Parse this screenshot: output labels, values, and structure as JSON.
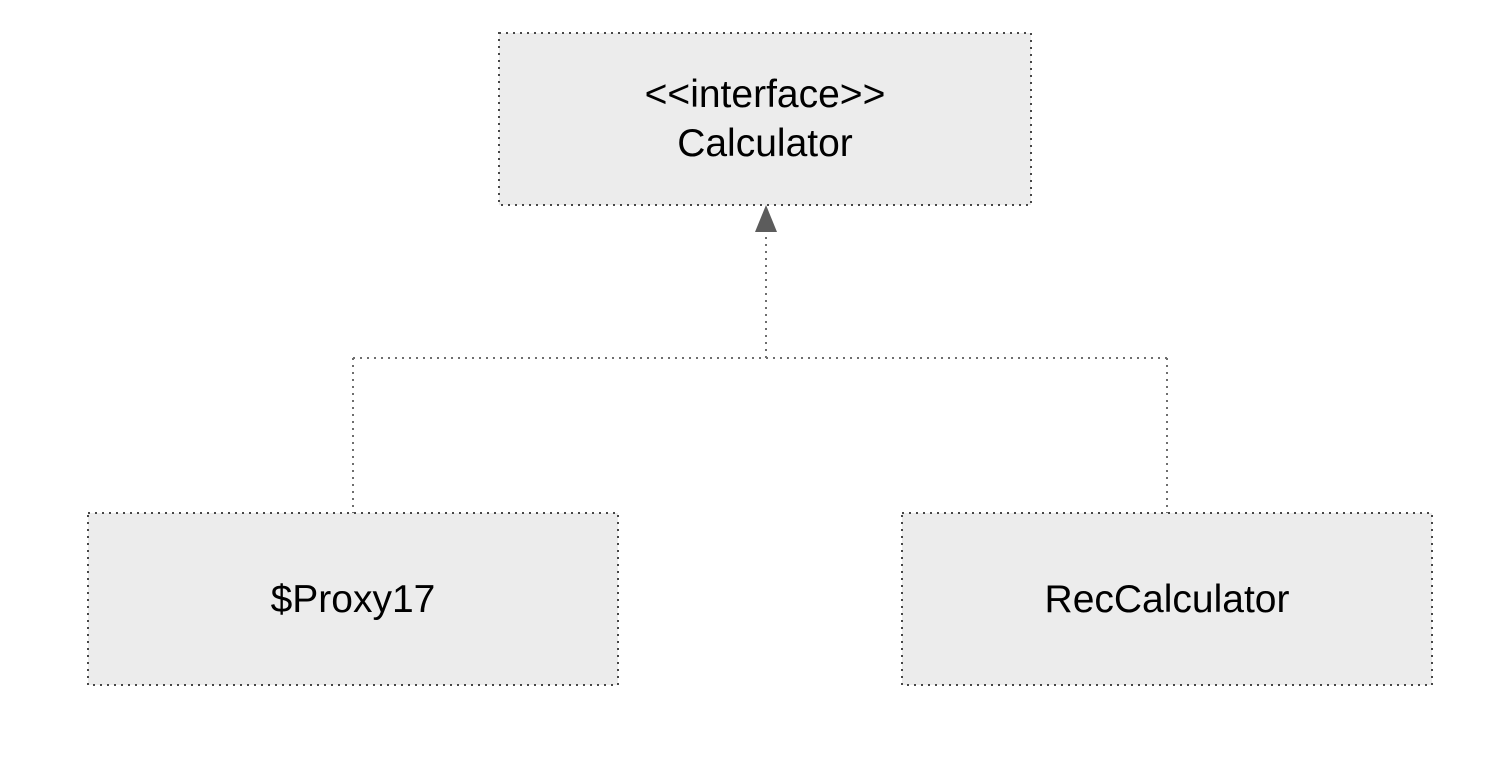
{
  "diagram": {
    "type": "uml-class-hierarchy",
    "nodes": [
      {
        "id": "calculator",
        "kind": "interface",
        "stereotype": "<<interface>>",
        "label": "Calculator"
      },
      {
        "id": "proxy17",
        "kind": "class",
        "label": "$Proxy17"
      },
      {
        "id": "reccalculator",
        "kind": "class",
        "label": "RecCalculator"
      }
    ],
    "edges": [
      {
        "from": "$Proxy17",
        "to": "Calculator",
        "relation": "realization",
        "line_style": "dotted",
        "arrowhead": "filled-triangle"
      },
      {
        "from": "RecCalculator",
        "to": "Calculator",
        "relation": "realization",
        "line_style": "dotted",
        "arrowhead": "filled-triangle"
      }
    ],
    "colors": {
      "background": "#ffffff",
      "node_fill": "#ececec",
      "node_border": "#474747",
      "connector": "#6e6e6e",
      "arrowhead": "#5c5c5c",
      "text": "#000000"
    }
  }
}
